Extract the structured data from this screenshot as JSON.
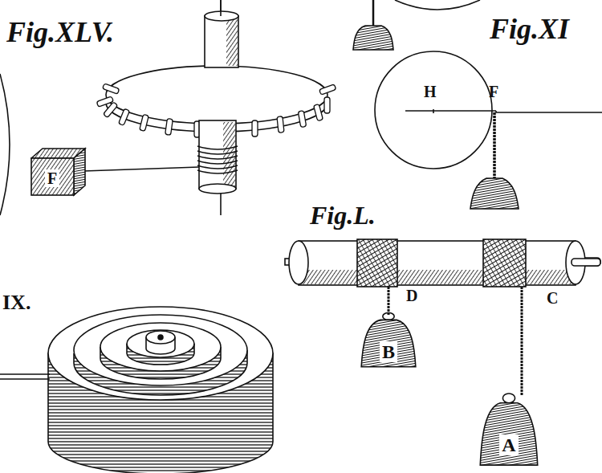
{
  "diagram": {
    "nodes": [
      {
        "text": [
          "F"
        ]
      },
      {
        "text": [
          "B"
        ]
      },
      {
        "text": [
          "A"
        ]
      }
    ],
    "labels": [
      "Fig.XLV.",
      "Fig.XI",
      "H",
      "F",
      "Fig.L.",
      "D",
      "C",
      "IX."
    ]
  }
}
